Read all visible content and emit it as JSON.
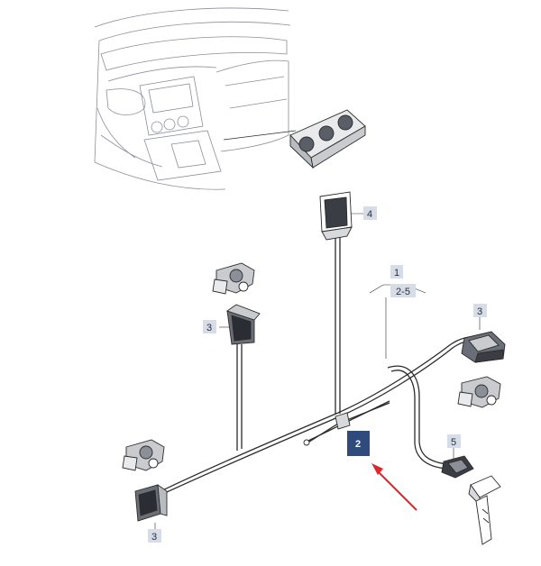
{
  "diagram": {
    "callouts": [
      {
        "id": "c1",
        "text": "1"
      },
      {
        "id": "c2",
        "text": "2-5"
      },
      {
        "id": "c3a",
        "text": "3"
      },
      {
        "id": "c3b",
        "text": "3"
      },
      {
        "id": "c3c",
        "text": "3"
      },
      {
        "id": "c4",
        "text": "4"
      },
      {
        "id": "c5",
        "text": "5"
      },
      {
        "id": "c2sel",
        "text": "2"
      }
    ],
    "colors": {
      "line": "#2b2b2b",
      "sketch": "#8a8f98",
      "callout_bg": "#d7dde8",
      "selected_bg": "#2f4a7c",
      "arrow": "#e0262c"
    }
  }
}
